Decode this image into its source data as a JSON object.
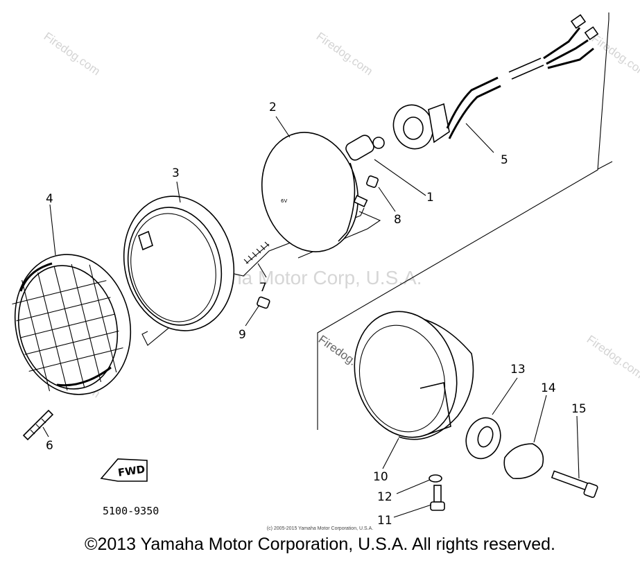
{
  "diagram": {
    "callouts": [
      {
        "id": "1",
        "label": "1"
      },
      {
        "id": "2",
        "label": "2"
      },
      {
        "id": "3",
        "label": "3"
      },
      {
        "id": "4",
        "label": "4"
      },
      {
        "id": "5",
        "label": "5"
      },
      {
        "id": "6",
        "label": "6"
      },
      {
        "id": "7",
        "label": "7"
      },
      {
        "id": "8",
        "label": "8"
      },
      {
        "id": "9",
        "label": "9"
      },
      {
        "id": "10",
        "label": "10"
      },
      {
        "id": "11",
        "label": "11"
      },
      {
        "id": "12",
        "label": "12"
      },
      {
        "id": "13",
        "label": "13"
      },
      {
        "id": "14",
        "label": "14"
      },
      {
        "id": "15",
        "label": "15"
      }
    ],
    "figure_code": "5100-9350",
    "fwd_label": "FWD",
    "bulb_marking": "6V"
  },
  "watermarks": {
    "site": "Firedog.com",
    "center": "Yamaha Motor Corp, U.S.A."
  },
  "footer": {
    "small_notice": "(c) 2005-2015 Yamaha Motor Corporation, U.S.A.",
    "copyright": "©2013 Yamaha Motor Corporation, U.S.A. All rights reserved."
  }
}
